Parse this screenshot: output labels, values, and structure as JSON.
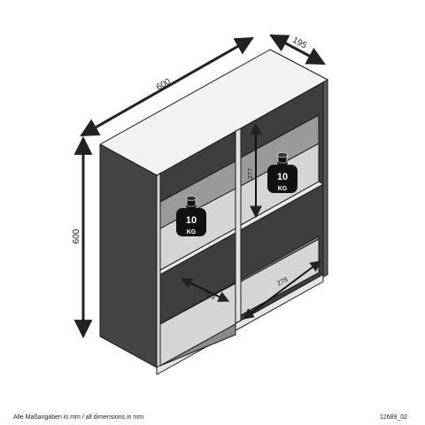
{
  "dimensions": {
    "width": "600",
    "depth": "195",
    "height": "600",
    "inner_height": "277",
    "inner_depth": "193",
    "inner_width": "278"
  },
  "weights": [
    {
      "value": "10",
      "unit": "KG"
    },
    {
      "value": "10",
      "unit": "KG"
    }
  ],
  "footer": {
    "note": "Alle Maßangaben in mm / all dimensions in mm",
    "code": "12689_02"
  },
  "colors": {
    "panel_dark": "#4a4a4a",
    "panel_mid": "#7a7a7a",
    "panel_light": "#ececec",
    "edge": "#1a1a1a"
  }
}
